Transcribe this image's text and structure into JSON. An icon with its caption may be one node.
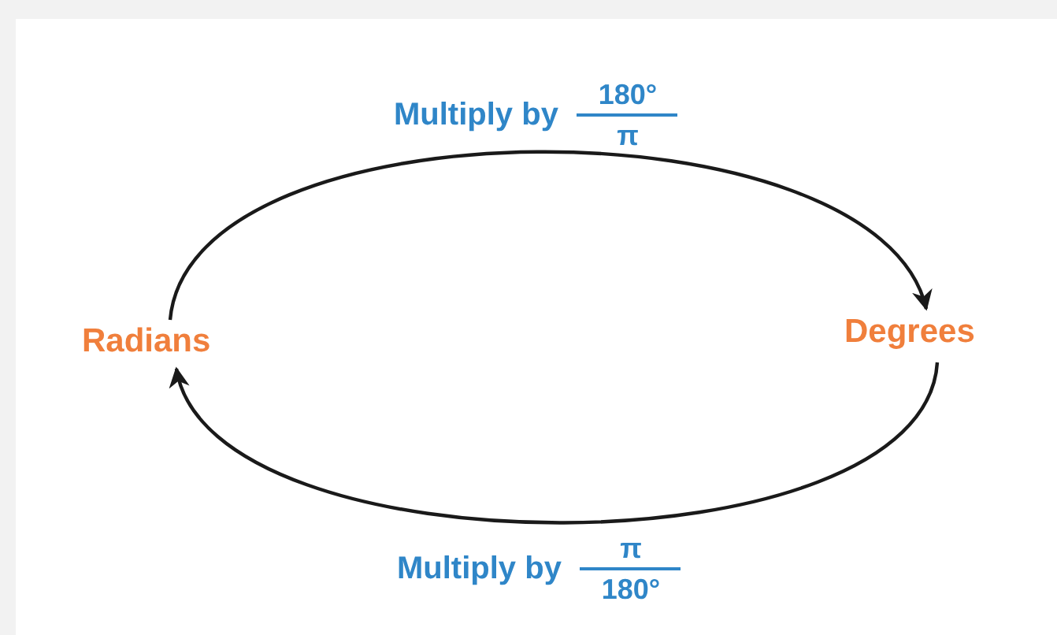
{
  "diagram": {
    "nodes": [
      {
        "text": [
          "Radians"
        ]
      },
      {
        "text": [
          "Degrees"
        ]
      }
    ],
    "edges": [
      {
        "from": 0,
        "to": 1,
        "arrow": "to",
        "label": "Multiply by"
      },
      {
        "from": 1,
        "to": 0,
        "arrow": "to",
        "label": "Multiply by"
      }
    ],
    "labels": [
      "180°",
      "π",
      "π",
      "180°"
    ]
  }
}
